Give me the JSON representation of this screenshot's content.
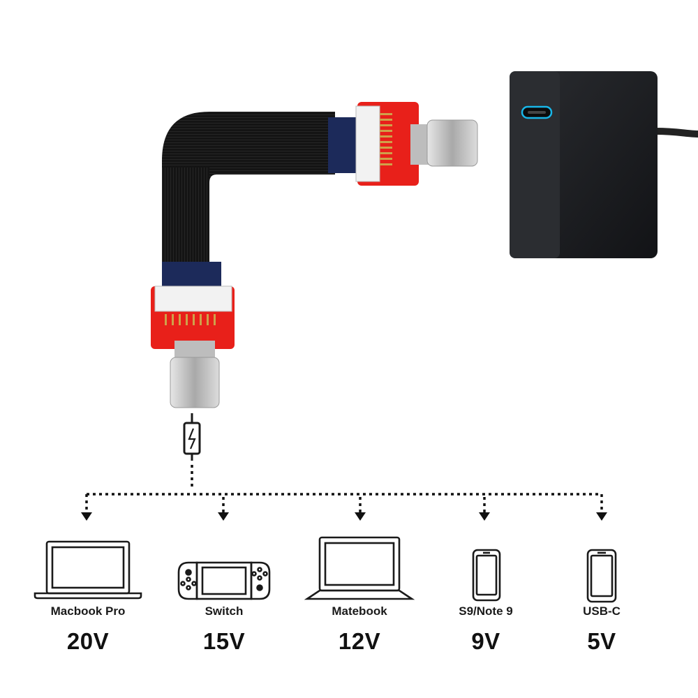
{
  "colors": {
    "ribbon": "#151515",
    "ribbon_accent": "#1c2a5a",
    "pcb": "#e8201a",
    "connector_metal": "#c9c9c9",
    "charger_body": "#1b1d20",
    "charger_port_glow": "#18b6e8",
    "icon_stroke": "#1a1a1a"
  },
  "icons": {
    "cable": "fpc-ribbon-usb-c-cable-icon",
    "charger": "usb-c-charger-icon",
    "plug": "usb-c-plug-charging-icon"
  },
  "devices": [
    {
      "name": "Macbook Pro",
      "voltage": "20V",
      "icon": "laptop-icon"
    },
    {
      "name": "Switch",
      "voltage": "15V",
      "icon": "game-console-icon"
    },
    {
      "name": "Matebook",
      "voltage": "12V",
      "icon": "laptop-icon"
    },
    {
      "name": "S9/Note 9",
      "voltage": "9V",
      "icon": "smartphone-icon"
    },
    {
      "name": "USB-C",
      "voltage": "5V",
      "icon": "smartphone-icon"
    }
  ]
}
